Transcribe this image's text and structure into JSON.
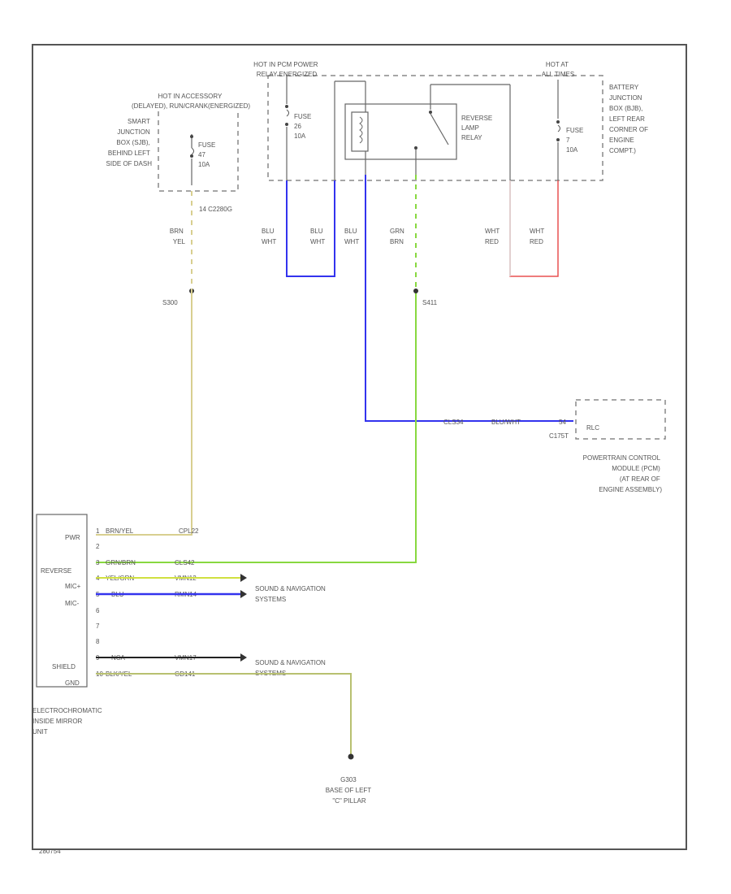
{
  "labels": {
    "hot_acc": [
      "HOT IN ACCESSORY",
      "(DELAYED), RUN/CRANK(ENERGIZED)"
    ],
    "sjb": [
      "SMART",
      "JUNCTION",
      "BOX (SJB),",
      "BEHIND LEFT",
      "SIDE OF DASH"
    ],
    "fuse47": [
      "FUSE",
      "47",
      "10A"
    ],
    "c2280": "14  C2280G",
    "wire_brn_yel": [
      "BRN",
      "YEL"
    ],
    "s300": "S300",
    "hot_pcm": [
      "HOT IN PCM POWER",
      "RELAY ENERGIZED"
    ],
    "fuse26": [
      "FUSE",
      "26",
      "10A"
    ],
    "relay": [
      "REVERSE",
      "LAMP",
      "RELAY"
    ],
    "hot_alt": [
      "HOT AT",
      "ALL TIMES"
    ],
    "bjb": [
      "BATTERY",
      "JUNCTION",
      "BOX (BJB),",
      "LEFT REAR",
      "CORNER OF",
      "ENGINE",
      "COMPT.)"
    ],
    "fuse7": [
      "FUSE",
      "7",
      "10A"
    ],
    "wire_blu_wht_1": [
      "BLU",
      "WHT"
    ],
    "wire_blu_wht_2": [
      "BLU",
      "WHT"
    ],
    "wire_blu_wht_3": [
      "BLU",
      "WHT"
    ],
    "wire_grn_brn": [
      "GRN",
      "BRN"
    ],
    "wire_wht_red_1": [
      "WHT",
      "RED"
    ],
    "wire_wht_red_2": [
      "WHT",
      "RED"
    ],
    "s411": "S411",
    "pcm_wire_1": "CLS34",
    "pcm_wire_2": "BLU/WHT",
    "pcm_pin": "54",
    "pcm_connector": "C175T",
    "pcm_signal": "RLC",
    "pcm": [
      "POWERTRAIN CONTROL",
      "MODULE (PCM)",
      "(AT REAR OF",
      "ENGINE ASSEMBLY)"
    ],
    "mirror_pins": {
      "pwr": "PWR",
      "reverse": "REVERSE",
      "mic_plus": "MIC+",
      "mic_minus": "MIC-",
      "shield": "SHIELD",
      "gnd": "GND"
    },
    "mirror_rows": [
      {
        "pin": "1",
        "color": "BRN/YEL",
        "circuit": "CPL22"
      },
      {
        "pin": "2",
        "color": "",
        "circuit": ""
      },
      {
        "pin": "3",
        "color": "GRN/BRN",
        "circuit": "CLS42"
      },
      {
        "pin": "4",
        "color": "YEL/GRN",
        "circuit": "VMN12"
      },
      {
        "pin": "5",
        "color": "BLU",
        "circuit": "RMN14"
      },
      {
        "pin": "6",
        "color": "",
        "circuit": ""
      },
      {
        "pin": "7",
        "color": "",
        "circuit": ""
      },
      {
        "pin": "8",
        "color": "",
        "circuit": ""
      },
      {
        "pin": "9",
        "color": "NCA",
        "circuit": "VMN17"
      },
      {
        "pin": "10",
        "color": "BLK/YEL",
        "circuit": "GD141"
      }
    ],
    "sound_nav_1": [
      "SOUND & NAVIGATION",
      "SYSTEMS"
    ],
    "sound_nav_2": [
      "SOUND & NAVIGATION",
      "SYSTEMS"
    ],
    "mirror_name": [
      "ELECTROCHROMATIC",
      "INSIDE MIRROR",
      "UNIT"
    ],
    "ground": [
      "G303",
      "BASE OF LEFT",
      "\"C\" PILLAR"
    ],
    "figure_id": "280754"
  },
  "colors": {
    "frame": "#555555",
    "brn_yel": "#d8cf90",
    "blu_wht": "#3333ee",
    "grn": "#88d840",
    "wht_red": "#e85050",
    "yel_grn": "#d0e040",
    "blk": "#222222",
    "gnd_wire": "#b8c070"
  }
}
